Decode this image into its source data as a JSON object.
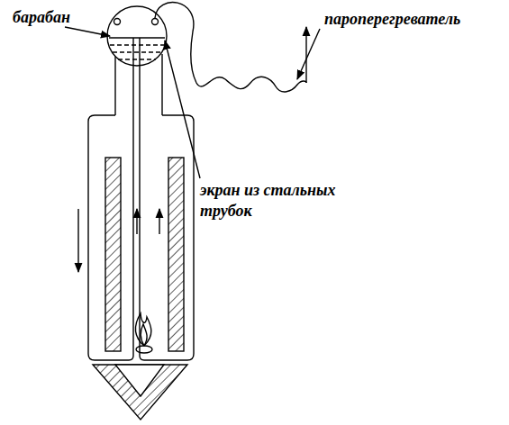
{
  "diagram": {
    "labels": [
      "барабан",
      "пароперегреватель",
      "экран из стальных трубок"
    ]
  }
}
